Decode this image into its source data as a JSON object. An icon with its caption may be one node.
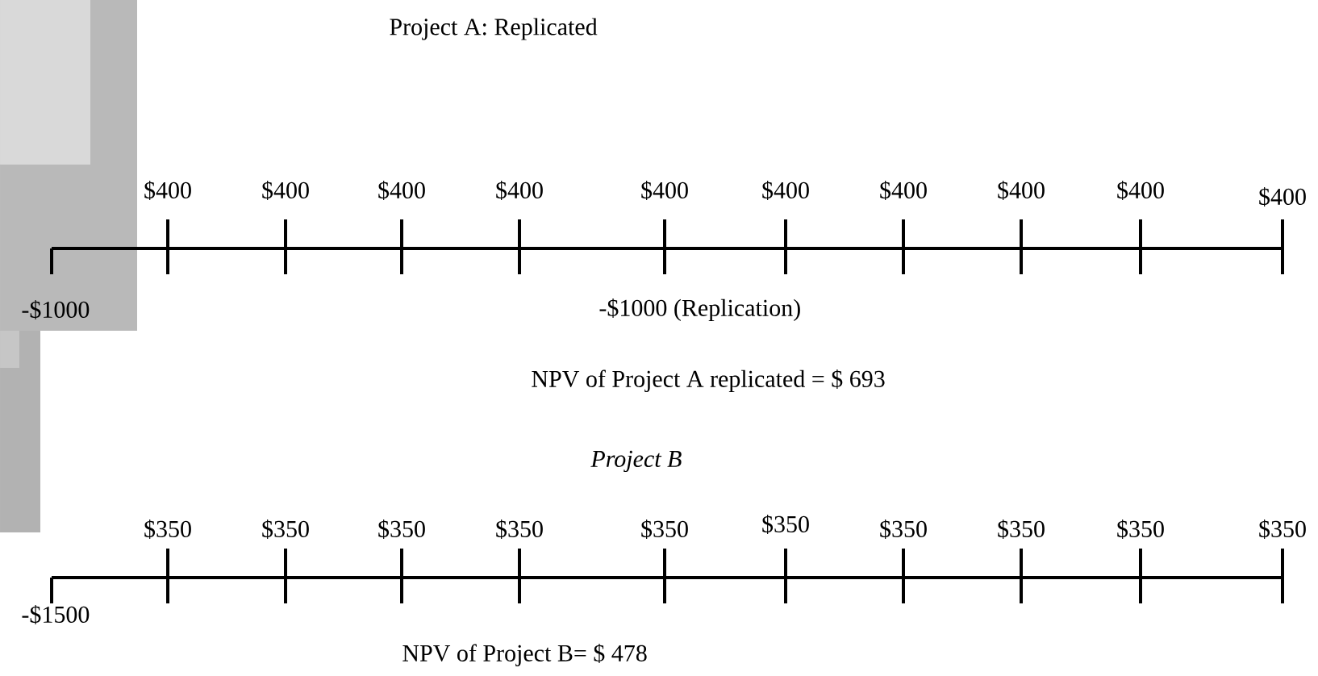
{
  "diagram": {
    "labels": [
      "Project A: Replicated",
      "$400",
      "$400",
      "$400",
      "$400",
      "$400",
      "$400",
      "$400",
      "$400",
      "$400",
      "$400",
      "-$1000",
      "-$1000 (Replication)",
      "NPV of Project A replicated = $ 693",
      "Project B",
      "$350",
      "$350",
      "$350",
      "$350",
      "$350",
      "$350",
      "$350",
      "$350",
      "$350",
      "$350",
      "-$1500",
      "NPV of Project B= $ 478"
    ]
  }
}
